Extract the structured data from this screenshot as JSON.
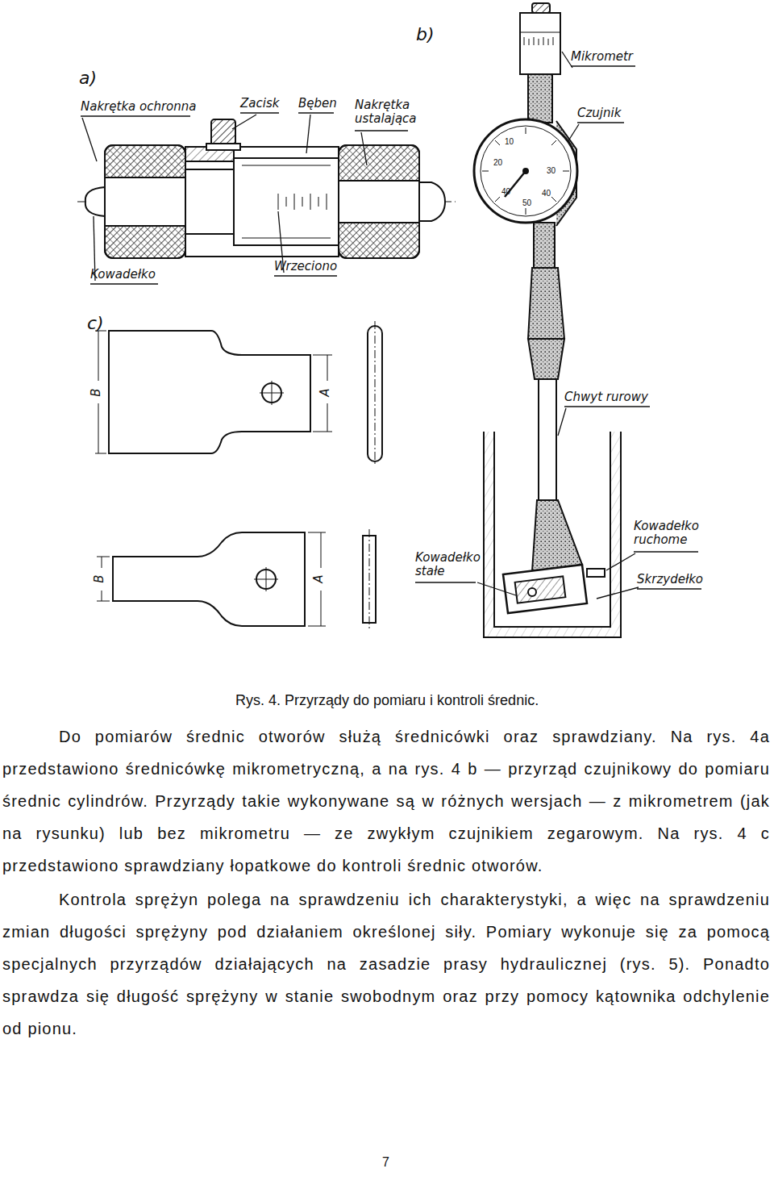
{
  "diagram": {
    "caption": "Rys. 4. Przyrządy do pomiaru i kontroli średnic.",
    "labels": [
      "a)",
      "b)",
      "c)",
      "Nakrętka ochronna",
      "Zacisk",
      "Bęben",
      "Nakrętka ustalająca",
      "Kowadełko",
      "Wrzeciono",
      "Mikrometr",
      "Czujnik",
      "Chwyt rurowy",
      "Kowadełko ruchome",
      "Kowadełko stałe",
      "Skrzydełko",
      "B",
      "A",
      "B",
      "A",
      "10",
      "20",
      "30",
      "40",
      "50",
      "40",
      "Do pomiarów średnic otworów służą średnicówki oraz sprawdziany. Na rys. 4a przedstawiono średnicówkę mikrometryczną, a na rys. 4 b — przyrząd czujnikowy do pomiaru średnic cylindrów. Przyrządy takie wykonywane są w różnych wersjach — z mikrometrem (jak na rysunku) lub bez mikrometru — ze zwykłym czujnikiem zegarowym. Na rys. 4 c przedstawiono sprawdziany łopatkowe do kontroli średnic otworów.",
      "Kontrola sprężyn polega na sprawdzeniu ich charakterystyki, a więc na sprawdzeniu zmian długości sprężyny pod działaniem określonej siły. Pomiary wykonuje się za pomocą specjalnych przyrządów działających na zasadzie prasy hydraulicznej (rys. 5). Ponadto sprawdza się długość sprężyny w stanie swobodnym oraz przy pomocy kątownika odchylenie od pionu.",
      "7"
    ]
  }
}
